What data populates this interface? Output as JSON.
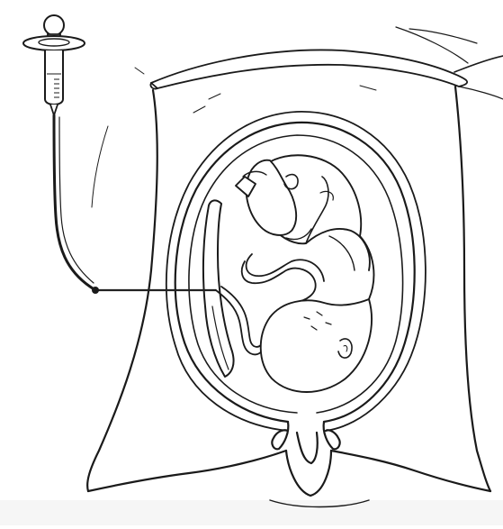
{
  "diagram": {
    "subject": "cordocentesis",
    "colors": {
      "background": "#ffffff",
      "ink": "#1a1a1a",
      "needle": "#222222",
      "paper_shade": "#f4f4f4"
    },
    "parts": {
      "syringe": "syringe-icon",
      "needle": "needle-icon",
      "abdomen": "abdomen-outline",
      "uterus": "uterus-outline",
      "amniotic_sac": "amniotic-sac-outline",
      "placenta": "placenta-shape",
      "umbilical_cord": "umbilical-cord",
      "fetus": "fetus-figure"
    }
  }
}
